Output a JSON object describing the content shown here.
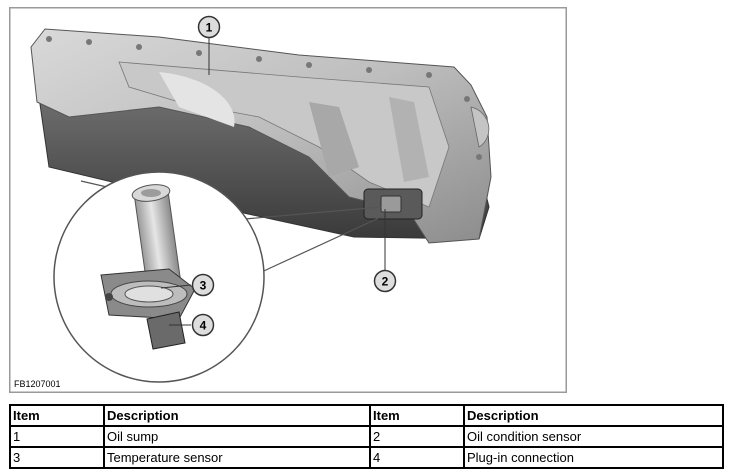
{
  "figure": {
    "figure_code": "FB1207001",
    "callouts": [
      "1",
      "2",
      "3",
      "4"
    ]
  },
  "legend": {
    "headers": [
      "Item",
      "Description",
      "Item",
      "Description"
    ],
    "rows": [
      [
        "1",
        "Oil sump",
        "2",
        "Oil condition sensor"
      ],
      [
        "3",
        "Temperature sensor",
        "4",
        "Plug-in connection"
      ]
    ]
  }
}
